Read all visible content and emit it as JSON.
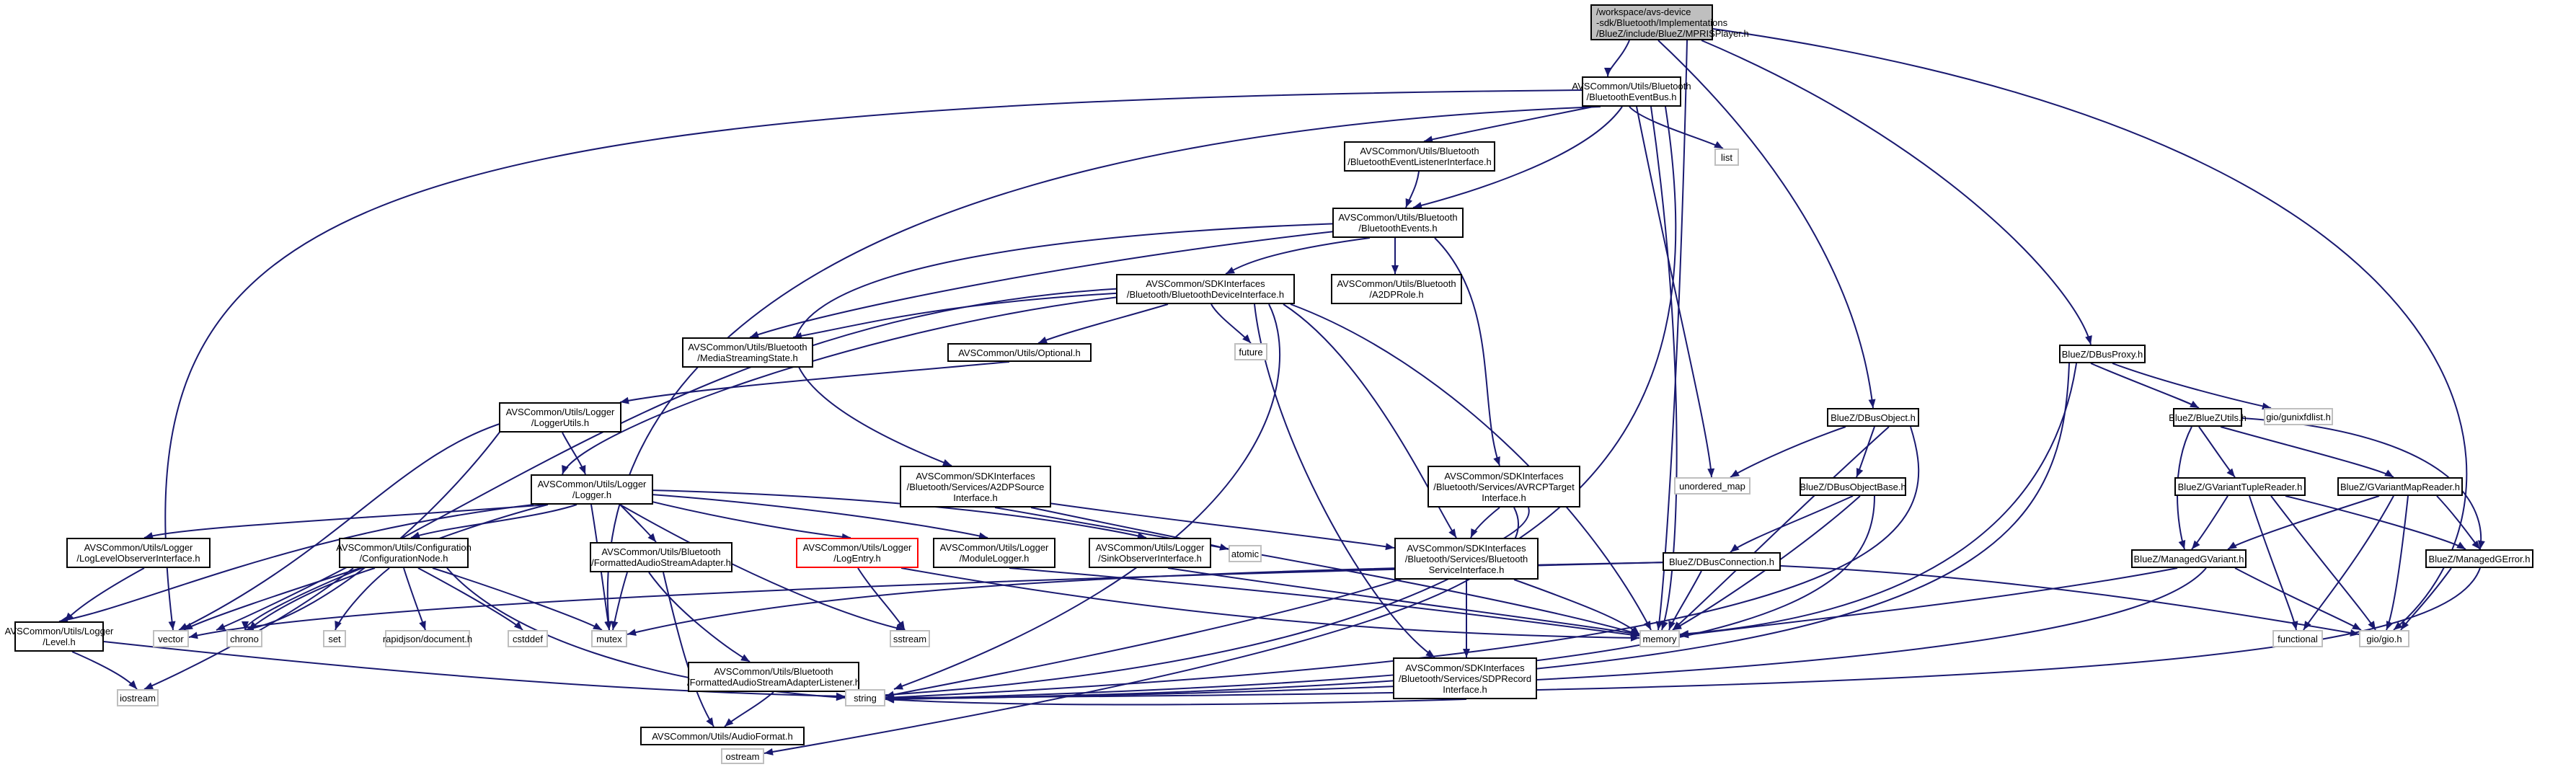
{
  "colors": {
    "edge": "#191970",
    "node_border": "#000000",
    "external_border": "#bfbfbf",
    "root_fill": "#bfbfbf",
    "highlight_border": "#ff0000"
  },
  "nodes": {
    "root": "/workspace/avs-device\n-sdk/Bluetooth/Implementations\n/BlueZ/include/BlueZ/MPRISPlayer.h",
    "eventbus": "AVSCommon/Utils/Bluetooth\n/BluetoothEventBus.h",
    "dbusobject": "BlueZ/DBusObject.h",
    "dbusproxy": "BlueZ/DBusProxy.h",
    "eventlistener": "AVSCommon/Utils/Bluetooth\n/BluetoothEventListenerInterface.h",
    "list": "list",
    "events": "AVSCommon/Utils/Bluetooth\n/BluetoothEvents.h",
    "deviceinterface": "AVSCommon/SDKInterfaces\n/Bluetooth/BluetoothDeviceInterface.h",
    "a2dprole": "AVSCommon/Utils/Bluetooth\n/A2DPRole.h",
    "mediastreaming": "AVSCommon/Utils/Bluetooth\n/MediaStreamingState.h",
    "future": "future",
    "optional": "AVSCommon/Utils/Optional.h",
    "loggerutils": "AVSCommon/Utils/Logger\n/LoggerUtils.h",
    "logger": "AVSCommon/Utils/Logger\n/Logger.h",
    "a2dpsource": "AVSCommon/SDKInterfaces\n/Bluetooth/Services/A2DPSource\nInterface.h",
    "avrcptarget": "AVSCommon/SDKInterfaces\n/Bluetooth/Services/AVRCPTarget\nInterface.h",
    "unordered_map": "unordered_map",
    "dbusobjectbase": "BlueZ/DBusObjectBase.h",
    "gunixfdlist": "gio/gunixfdlist.h",
    "bluezutils": "BlueZ/BlueZUtils.h",
    "tuplereader": "BlueZ/GVariantTupleReader.h",
    "mapreader": "BlueZ/GVariantMapReader.h",
    "loglevelobserver": "AVSCommon/Utils/Logger\n/LogLevelObserverInterface.h",
    "confignode": "AVSCommon/Utils/Configuration\n/ConfigurationNode.h",
    "formattedadapter": "AVSCommon/Utils/Bluetooth\n/FormattedAudioStreamAdapter.h",
    "logentry": "AVSCommon/Utils/Logger\n/LogEntry.h",
    "modulelogger": "AVSCommon/Utils/Logger\n/ModuleLogger.h",
    "sinkobserver": "AVSCommon/Utils/Logger\n/SinkObserverInterface.h",
    "atomic": "atomic",
    "bluetoothservice": "AVSCommon/SDKInterfaces\n/Bluetooth/Services/Bluetooth\nServiceInterface.h",
    "dbusconnection": "BlueZ/DBusConnection.h",
    "managedgvariant": "BlueZ/ManagedGVariant.h",
    "managedgerror": "BlueZ/ManagedGError.h",
    "level": "AVSCommon/Utils/Logger\n/Level.h",
    "vector": "vector",
    "chrono": "chrono",
    "set": "set",
    "rapidjson": "rapidjson/document.h",
    "cstddef": "cstddef",
    "mutex": "mutex",
    "sstream": "sstream",
    "memory": "memory",
    "functional": "functional",
    "giogio": "gio/gio.h",
    "adapterlistener": "AVSCommon/Utils/Bluetooth\n/FormattedAudioStreamAdapterListener.h",
    "sdprecord": "AVSCommon/SDKInterfaces\n/Bluetooth/Services/SDPRecord\nInterface.h",
    "iostream": "iostream",
    "audioformat": "AVSCommon/Utils/AudioFormat.h",
    "string": "string",
    "ostream": "ostream"
  }
}
